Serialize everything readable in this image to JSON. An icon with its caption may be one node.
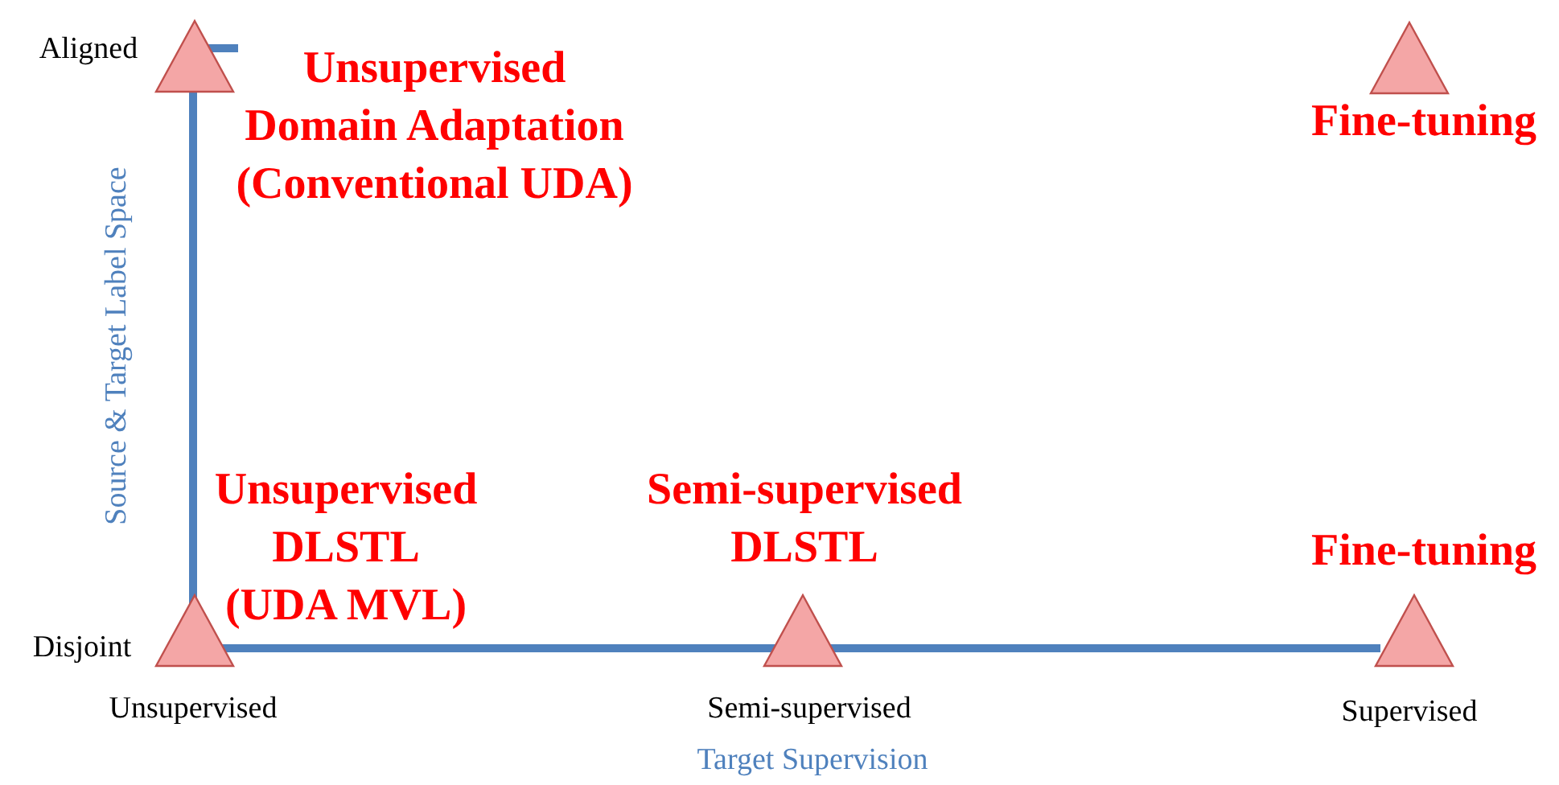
{
  "diagram": {
    "nodes": [
      {
        "text": [],
        "shape": "triangle",
        "beside": [
          "Unsupervised Domain Adaptation (Conventional UDA)"
        ]
      },
      {
        "text": [],
        "shape": "triangle",
        "beside": [
          "Fine-tuning"
        ]
      },
      {
        "text": [],
        "shape": "triangle",
        "beside": [
          "Unsupervised DLSTL (UDA MVL)"
        ]
      },
      {
        "text": [],
        "shape": "triangle",
        "beside": [
          "Semi-supervised DLSTL"
        ]
      },
      {
        "text": [],
        "shape": "triangle",
        "beside": [
          "Fine-tuning"
        ]
      }
    ],
    "edges": [],
    "labels": [
      "Aligned",
      "Source & Target Label Space",
      "Disjoint",
      "Unsupervised",
      "Semi-supervised",
      "Supervised",
      "Target Supervision"
    ]
  }
}
